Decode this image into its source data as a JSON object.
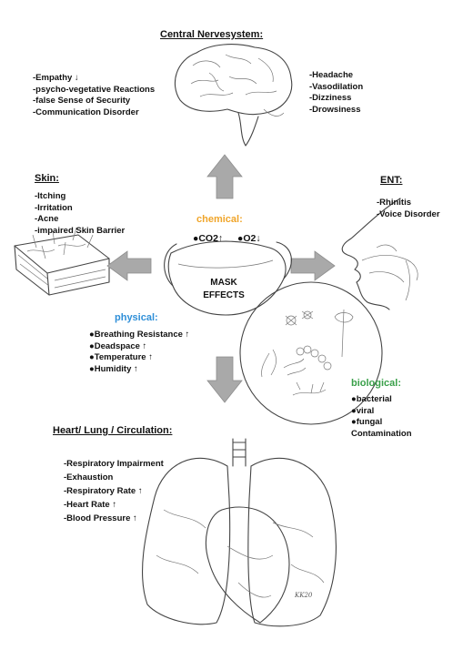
{
  "cns": {
    "title": "Central Nervesystem:",
    "left_items": [
      "-Empathy ↓",
      "-psycho-vegetative Reactions",
      "-false Sense of Security",
      "-Communication Disorder"
    ],
    "right_items": [
      "-Headache",
      "-Vasodilation",
      "-Dizziness",
      "-Drowsiness"
    ]
  },
  "skin": {
    "title": "Skin:",
    "items": [
      "-Itching",
      "-Irritation",
      "-Acne",
      "-impaired Skin Barrier"
    ]
  },
  "ent": {
    "title": "ENT:",
    "items": [
      "-Rhinitis",
      "-Voice Disorder"
    ]
  },
  "chemical": {
    "title": "chemical:",
    "co2": "●CO2↑",
    "o2": "●O2↓",
    "color": "#f0a52a"
  },
  "mask": {
    "line1": "MASK",
    "line2": "EFFECTS"
  },
  "physical": {
    "title": "physical:",
    "items": [
      "●Breathing Resistance ↑",
      "●Deadspace ↑",
      "●Temperature ↑",
      "●Humidity ↑"
    ],
    "color": "#2f8fd8"
  },
  "biological": {
    "title": "biological:",
    "items": [
      "●bacterial",
      "●viral",
      "●fungal",
      "Contamination"
    ],
    "color": "#3aa04a"
  },
  "heart": {
    "title": "Heart/ Lung / Circulation:",
    "items": [
      "-Respiratory Impairment",
      "-Exhaustion",
      "-Respiratory Rate ↑",
      "-Heart Rate ↑",
      "-Blood Pressure ↑"
    ]
  },
  "signature": "KK20"
}
